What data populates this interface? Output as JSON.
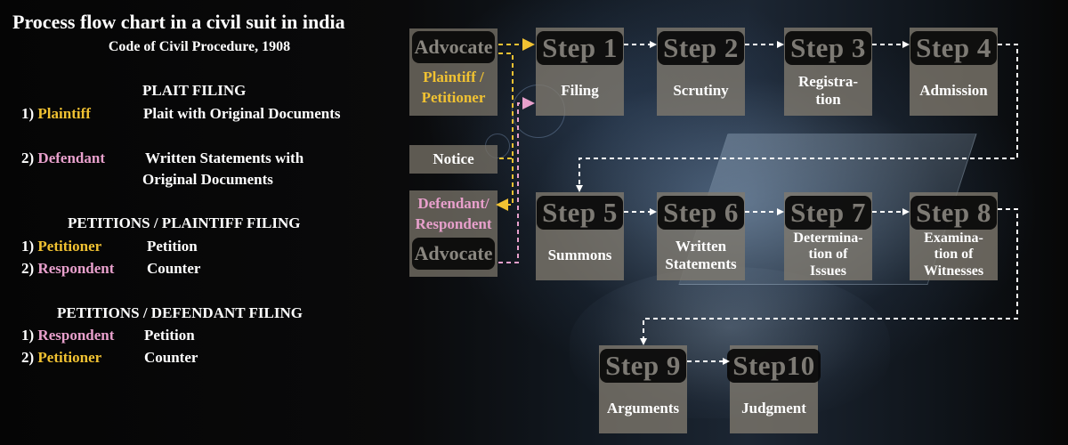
{
  "left_panel": {
    "title": "Process flow chart in a civil suit in india",
    "subtitle": "Code of Civil Procedure, 1908",
    "plait": {
      "heading": "PLAIT FILING",
      "rows": [
        {
          "num": "1)",
          "party": "Plaintiff",
          "desc": "Plait with Original Documents"
        },
        {
          "num": "2)",
          "party": "Defendant",
          "desc": "Written Statements with",
          "desc2": "Original Documents"
        }
      ]
    },
    "petitions_plaintiff": {
      "heading": "PETITIONS / PLAINTIFF FILING",
      "rows": [
        {
          "num": "1)",
          "party": "Petitioner",
          "desc": "Petition"
        },
        {
          "num": "2)",
          "party": "Respondent",
          "desc": "Counter"
        }
      ]
    },
    "petitions_defendant": {
      "heading": "PETITIONS / DEFENDANT FILING",
      "rows": [
        {
          "num": "1)",
          "party": "Respondent",
          "desc": "Petition"
        },
        {
          "num": "2)",
          "party": "Petitioner",
          "desc": "Counter"
        }
      ]
    }
  },
  "parties": {
    "plaintiff_advocate": "Advocate",
    "plaintiff_label_1": "Plaintiff /",
    "plaintiff_label_2": "Petitioner",
    "notice": "Notice",
    "defendant_label_1": "Defendant/",
    "defendant_label_2": "Respondent",
    "defendant_advocate": "Advocate"
  },
  "steps": [
    {
      "step": "Step 1",
      "name": "Filing"
    },
    {
      "step": "Step 2",
      "name": "Scrutiny"
    },
    {
      "step": "Step 3",
      "name": "Registra-\ntion"
    },
    {
      "step": "Step 4",
      "name": "Admission"
    },
    {
      "step": "Step 5",
      "name": "Summons"
    },
    {
      "step": "Step 6",
      "name": "Written\nStatements"
    },
    {
      "step": "Step 7",
      "name": "Determina-\ntion of\nIssues"
    },
    {
      "step": "Step 8",
      "name": "Examina-\ntion of\nWitnesses"
    },
    {
      "step": "Step 9",
      "name": "Arguments"
    },
    {
      "step": "Step10",
      "name": "Judgment"
    }
  ],
  "colors": {
    "plaintiff": "#f1c232",
    "defendant": "#e8a0cc",
    "connector": "#ffffff",
    "box": "#807a6e",
    "step_text": "#7d7a74"
  }
}
